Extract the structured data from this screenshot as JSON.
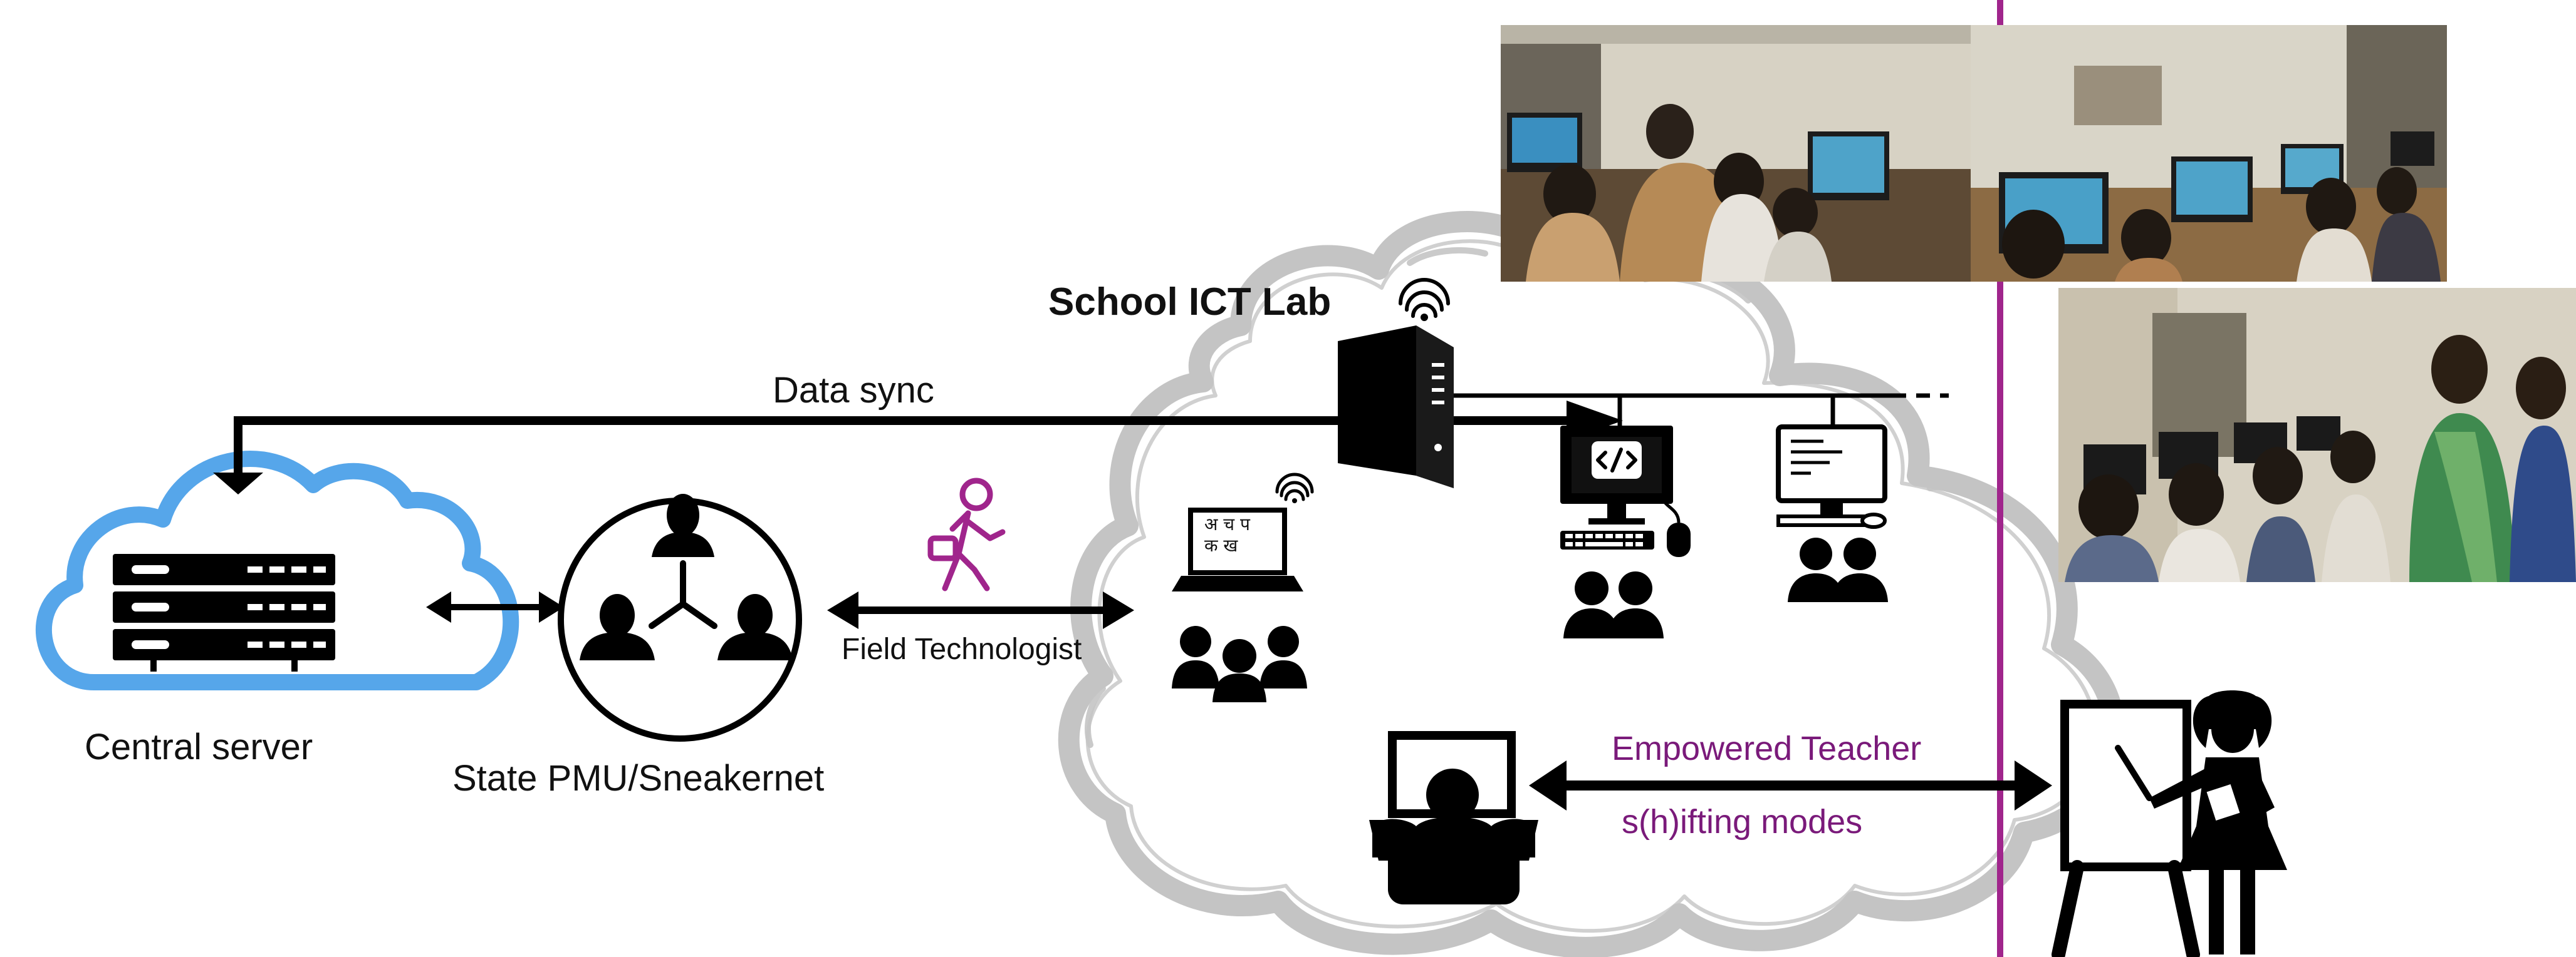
{
  "labels": {
    "central_server": "Central server",
    "state_pmu": "State PMU/Sneakernet",
    "field_technologist": "Field Technologist",
    "data_sync": "Data sync",
    "school_ict_lab": "School ICT Lab",
    "empowered_teacher": "Empowered Teacher",
    "shifting_modes": "s(h)ifting modes",
    "devanagari_line1": "अ च प",
    "devanagari_line2": "क ख"
  },
  "colors": {
    "cloud_blue": "#56a6ea",
    "accent_purple": "#a0258c",
    "sketch_gray": "#c4c4c4",
    "ink": "#000000",
    "text_purple": "#7a1a7a"
  },
  "icons": {
    "server": "server-rack-icon",
    "pmu": "people-network-icon",
    "walker": "person-walking-icon",
    "laptop": "laptop-wifi-icon",
    "tower": "tower-computer-icon",
    "code_desktop": "code-desktop-icon",
    "desktop": "desktop-computer-icon",
    "learner": "learner-at-laptop-icon",
    "teacher": "teacher-at-board-icon"
  }
}
